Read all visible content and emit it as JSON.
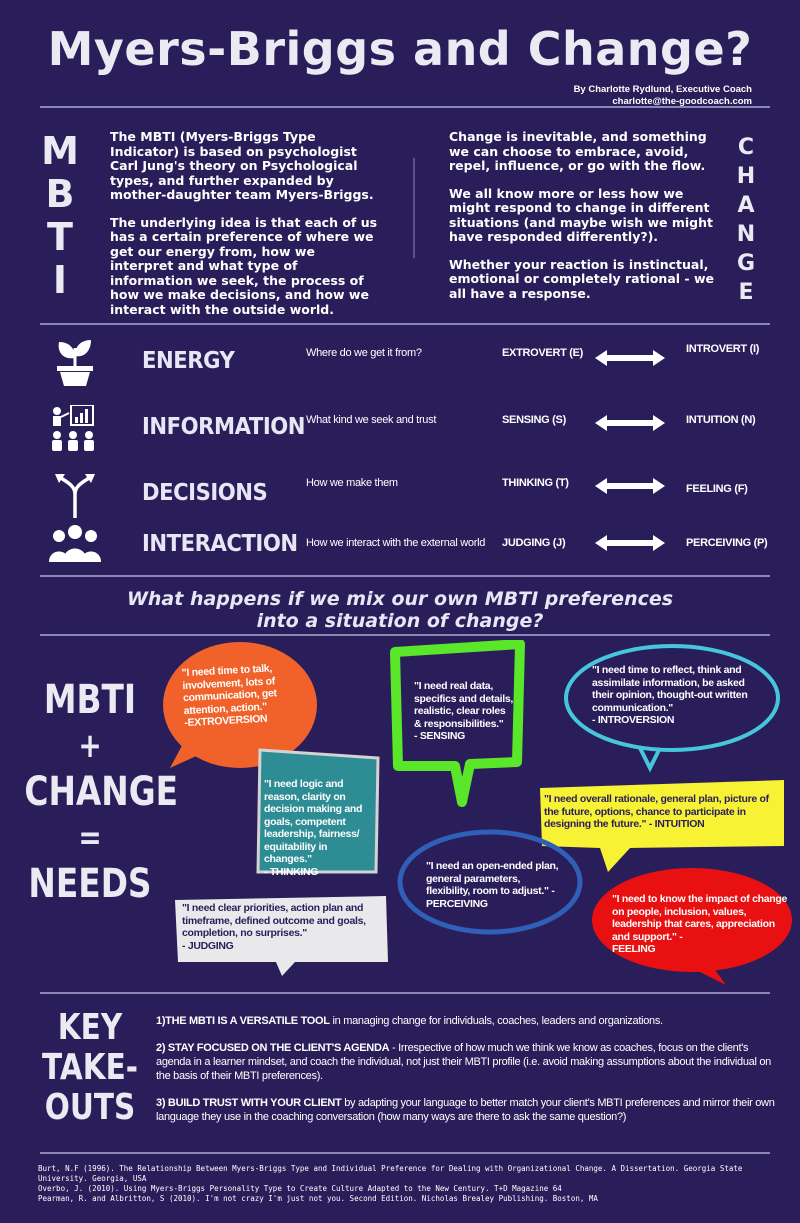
{
  "header": {
    "title": "Myers-Briggs and Change?",
    "byline": "By Charlotte Rydlund, Executive Coach",
    "email": "charlotte@the-goodcoach.com"
  },
  "left_vertical": "MBTI",
  "right_vertical": "CHANGE",
  "intro_left": [
    "The MBTI (Myers-Briggs Type Indicator) is based on psychologist Carl Jung's theory on Psychological types, and further expanded by mother-daughter team Myers-Briggs.",
    "The underlying idea is that each of us has a certain preference of where we get our energy from, how we interpret and what type of information we seek, the process of how we make decisions, and  how we interact with the outside world."
  ],
  "intro_right": [
    "Change is inevitable, and something we can choose to embrace, avoid, repel, influence, or go with the flow.",
    "We all know more or less how we might respond to change in different situations (and maybe wish we might have responded differently?).",
    "Whether your reaction is instinctual, emotional or completely rational - we all have a response."
  ],
  "preferences": [
    {
      "icon": "plant-icon",
      "name": "ENERGY",
      "question": "Where do we get it from?",
      "left": "EXTROVERT (E)",
      "right": "INTROVERT (I)"
    },
    {
      "icon": "presentation-icon",
      "name": "INFORMATION",
      "question": "What kind we seek and trust",
      "left": "SENSING (S)",
      "right": "INTUITION (N)"
    },
    {
      "icon": "split-arrow-icon",
      "name": "DECISIONS",
      "question": "How we make them",
      "left": "THINKING (T)",
      "right": "FEELING (F)"
    },
    {
      "icon": "group-icon",
      "name": "INTERACTION",
      "question": "How we interact with the external world",
      "left": "JUDGING (J)",
      "right": "PERCEIVING (P)"
    }
  ],
  "question": {
    "line1": "What happens if we mix our own MBTI preferences",
    "line2": "into a situation of change?"
  },
  "equation": [
    "MBTI",
    "+",
    "CHANGE",
    "=",
    "NEEDS"
  ],
  "bubbles": {
    "extroversion": {
      "text": "\"I need time to talk, involvement, lots of communication, get attention, action.\"",
      "sig": "-EXTROVERSION",
      "color": "#f0622a"
    },
    "sensing": {
      "text": "\"I need real data, specifics and details, realistic, clear roles & responsibilities.\"",
      "sig": "- SENSING",
      "color": "#5ae629"
    },
    "introversion": {
      "text": "\"I need time to reflect, think and assimilate information, be asked their opinion, thought-out written communication.\"",
      "sig": "- INTROVERSION",
      "color": "#46c6dc"
    },
    "thinking": {
      "text": "\"I need logic and reason, clarity on decision making and goals, competent leadership, fairness/ equitability in changes.\"",
      "sig": "- THINKING",
      "color": "#2e8c94"
    },
    "intuition": {
      "text": "\"I need overall rationale, general plan, picture of the future, options, chance to participate in designing the future.\"",
      "sig": "- INTUITION",
      "color": "#f7f233"
    },
    "perceiving": {
      "text": "\"I need an open-ended plan, general parameters, flexibility, room to adjust.\"",
      "sig": "- PERCEIVING",
      "color": "#2f5fb7"
    },
    "judging": {
      "text": "\"I need clear priorities, action plan and timeframe, defined outcome and goals, completion, no surprises.\"",
      "sig": "- JUDGING",
      "color": "#e9e9ec"
    },
    "feeling": {
      "text": "\"I need to know the impact of change on people, inclusion, values, leadership that cares, appreciation and support.\" -",
      "sig": "FEELING",
      "color": "#e81010"
    }
  },
  "key_takeouts": {
    "heading": [
      "KEY",
      "TAKE-",
      "OUTS"
    ],
    "items": [
      {
        "lead": "1)THE MBTI IS A VERSATILE TOOL",
        "rest": " in managing change for individuals, coaches, leaders and organizations."
      },
      {
        "lead": "2) STAY FOCUSED ON THE CLIENT'S AGENDA",
        "rest": " - Irrespective of how much we think we know as coaches, focus on the client's agenda in a learner mindset, and coach the individual, not just their MBTI profile (i.e. avoid making assumptions about the individual on the basis of their MBTI preferences)."
      },
      {
        "lead": "3) BUILD TRUST WITH YOUR CLIENT",
        "rest": " by adapting your language to better match your client's MBTI preferences and mirror their own language they use in the coaching conversation (how many ways are there to ask the same question?)"
      }
    ]
  },
  "references": [
    "Burt, N.F (1996). The Relationship Between Myers-Briggs Type and Individual Preference for Dealing with Organizational Change. A Dissertation. Georgia State University. Georgia, USA",
    "Overbo, J. (2010). Using Myers-Briggs Personality Type to Create Culture Adapted to the New Century. T+D Magazine 64",
    "Pearman, R. and Albritton, S (2010). I'm not crazy I'm just not you. Second Edition. Nicholas Brealey Publishing. Boston, MA"
  ]
}
